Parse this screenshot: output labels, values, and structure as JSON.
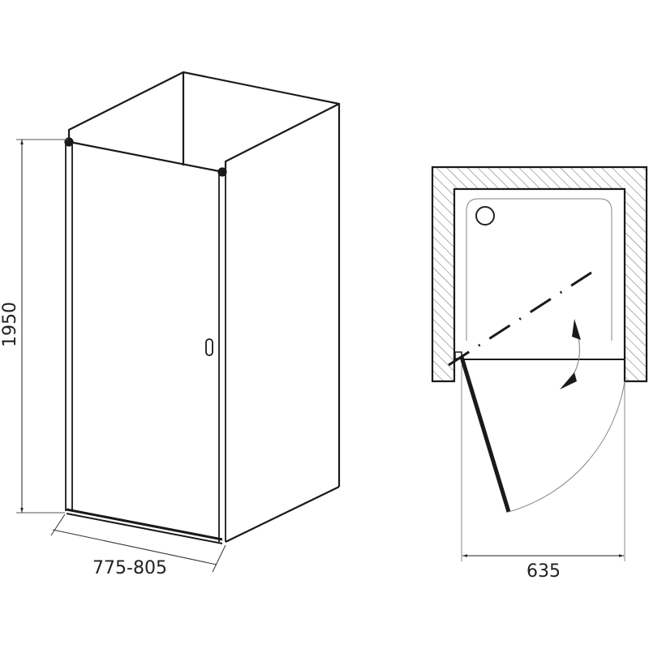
{
  "dimensions": {
    "height": "1950",
    "width_range": "775-805",
    "plan_width": "635"
  },
  "colors": {
    "line": "#1a1a1a",
    "thin": "#888888",
    "background": "#ffffff"
  }
}
